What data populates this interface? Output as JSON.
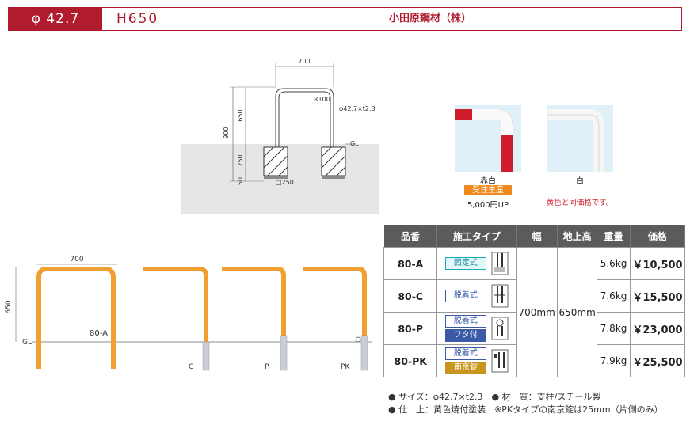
{
  "header": {
    "diameter": "φ 42.7",
    "height": "H650",
    "maker": "小田原鋼材（株）"
  },
  "drawing": {
    "w700": "700",
    "r100": "R100",
    "pipe": "φ42.7×t2.3",
    "d900": "900",
    "d650": "650",
    "d250": "250",
    "d50": "50",
    "gl": "GL",
    "base": "□250"
  },
  "variants": {
    "red": {
      "name": "赤白",
      "badge": "受注生産",
      "price": "5,000円UP"
    },
    "white": {
      "name": "白",
      "note": "黄色と同価格です。"
    }
  },
  "lineup": {
    "w700": "700",
    "h650": "650",
    "gl": "GL",
    "model_a": "80-A",
    "c": "C",
    "p": "P",
    "pk": "PK"
  },
  "table": {
    "headers": {
      "code": "品番",
      "type": "施工タイプ",
      "width": "幅",
      "height": "地上高",
      "weight": "重量",
      "price": "価格"
    },
    "width": "700mm",
    "height": "650mm",
    "rows": [
      {
        "code": "80-A",
        "tag1": "固定式",
        "weight": "5.6kg",
        "price": "￥10,500"
      },
      {
        "code": "80-C",
        "tag1": "脱着式",
        "weight": "7.6kg",
        "price": "￥15,500"
      },
      {
        "code": "80-P",
        "tag1": "脱着式",
        "tag2": "フタ付",
        "weight": "7.8kg",
        "price": "￥23,000"
      },
      {
        "code": "80-PK",
        "tag1": "脱着式",
        "tag2": "南京錠",
        "weight": "7.9kg",
        "price": "￥25,500"
      }
    ]
  },
  "footer": {
    "line1": "● サイズ：φ42.7×t2.3　● 材　質：支柱/スチール製",
    "line2": "● 仕　上：黄色焼付塗装　※PKタイプの南京錠は25mm（片側のみ）"
  },
  "colors": {
    "brand": "#b01c2e",
    "orange": "#f0a030",
    "red": "#d01c2c"
  }
}
